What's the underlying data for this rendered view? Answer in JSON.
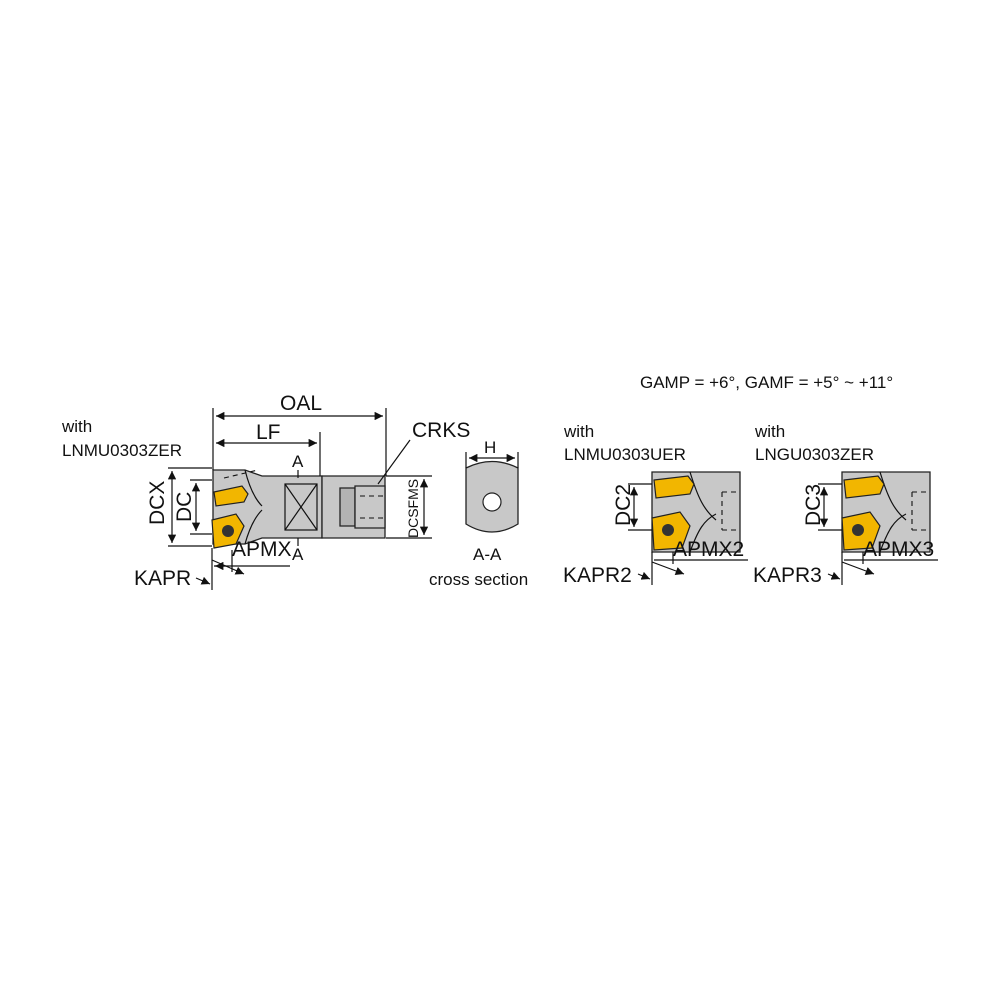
{
  "note": {
    "angles": "GAMP = +6°, GAMF = +5° ~ +11°"
  },
  "main_view": {
    "with_label": "with",
    "insert_code": "LNMU0303ZER",
    "dimensions": {
      "oal": "OAL",
      "lf": "LF",
      "crks": "CRKS",
      "dcx": "DCX",
      "dc": "DC",
      "dcsfms": "DCSFMS",
      "apmx": "APMX",
      "kapr": "KAPR",
      "section_mark_top": "A",
      "section_mark_bottom": "A"
    }
  },
  "cross_section": {
    "h": "H",
    "title": "A-A",
    "caption": "cross section"
  },
  "variant_2": {
    "with_label": "with",
    "insert_code": "LNMU0303UER",
    "dc": "DC2",
    "apmx": "APMX2",
    "kapr": "KAPR2"
  },
  "variant_3": {
    "with_label": "with",
    "insert_code": "LNGU0303ZER",
    "dc": "DC3",
    "apmx": "APMX3",
    "kapr": "KAPR3"
  },
  "colors": {
    "insert": "#f2b600",
    "body": "#c8c8c8",
    "line": "#111111"
  }
}
